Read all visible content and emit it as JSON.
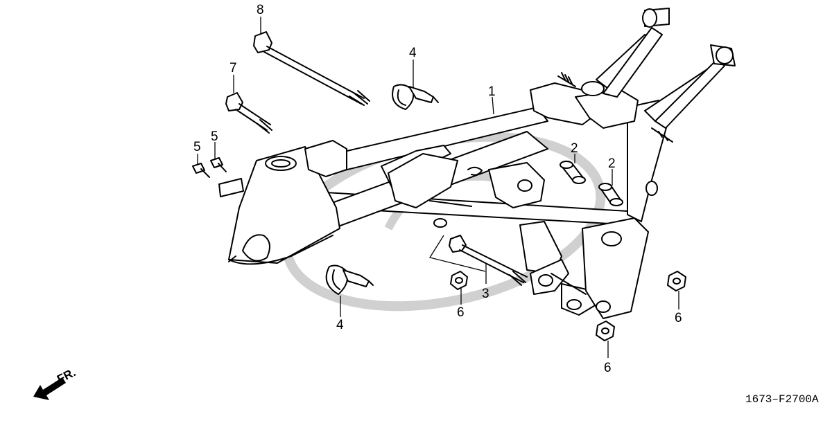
{
  "diagram": {
    "drawing_code": "1673–F2700A",
    "front_marker": "FR.",
    "callouts": [
      {
        "id": "frame",
        "label": "1"
      },
      {
        "id": "collar-upper",
        "label": "2"
      },
      {
        "id": "collar-lower",
        "label": "2"
      },
      {
        "id": "mount-bolt",
        "label": "3"
      },
      {
        "id": "clamp-upper",
        "label": "4"
      },
      {
        "id": "clamp-lower",
        "label": "4"
      },
      {
        "id": "screw-a",
        "label": "5"
      },
      {
        "id": "screw-b",
        "label": "5"
      },
      {
        "id": "nut-a",
        "label": "6"
      },
      {
        "id": "nut-b",
        "label": "6"
      },
      {
        "id": "nut-c",
        "label": "6"
      },
      {
        "id": "bolt-short",
        "label": "7"
      },
      {
        "id": "bolt-long",
        "label": "8"
      }
    ]
  },
  "colors": {
    "line": "#000000",
    "watermark": "#d0d0d0",
    "background": "#ffffff"
  }
}
